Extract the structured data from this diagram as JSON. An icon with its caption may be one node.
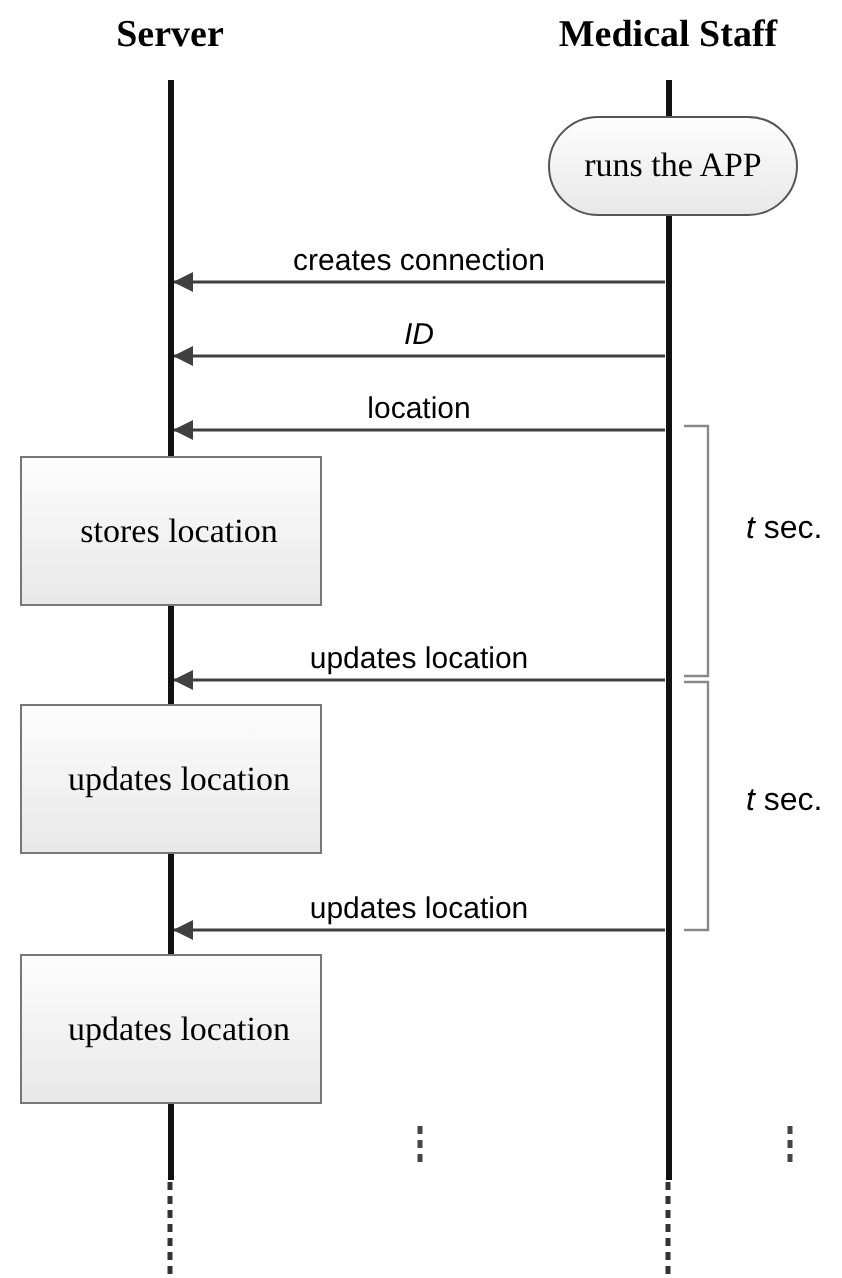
{
  "diagram": {
    "nodes": [
      {
        "text": [
          "Server"
        ]
      },
      {
        "text": [
          "Medical Staff"
        ]
      },
      {
        "text": [],
        "shape": "bar"
      },
      {
        "text": [],
        "shape": "bar"
      },
      {
        "text": [
          "runs the APP"
        ]
      },
      {
        "text": [
          "stores location"
        ]
      },
      {
        "text": [
          "updates location"
        ]
      },
      {
        "text": [
          "updates location"
        ]
      }
    ],
    "edges": [
      {
        "from": 3,
        "to": 2,
        "arrow": "to",
        "label": "creates connection"
      },
      {
        "from": 3,
        "to": 2,
        "arrow": "to",
        "label": "ID"
      },
      {
        "from": 3,
        "to": 2,
        "arrow": "to",
        "label": "location"
      },
      {
        "from": 3,
        "to": 2,
        "arrow": "to",
        "label": "updates location"
      },
      {
        "from": 3,
        "to": 2,
        "arrow": "to",
        "label": "updates location"
      }
    ],
    "labels": [
      "*t* sec.",
      "*t* sec."
    ]
  }
}
